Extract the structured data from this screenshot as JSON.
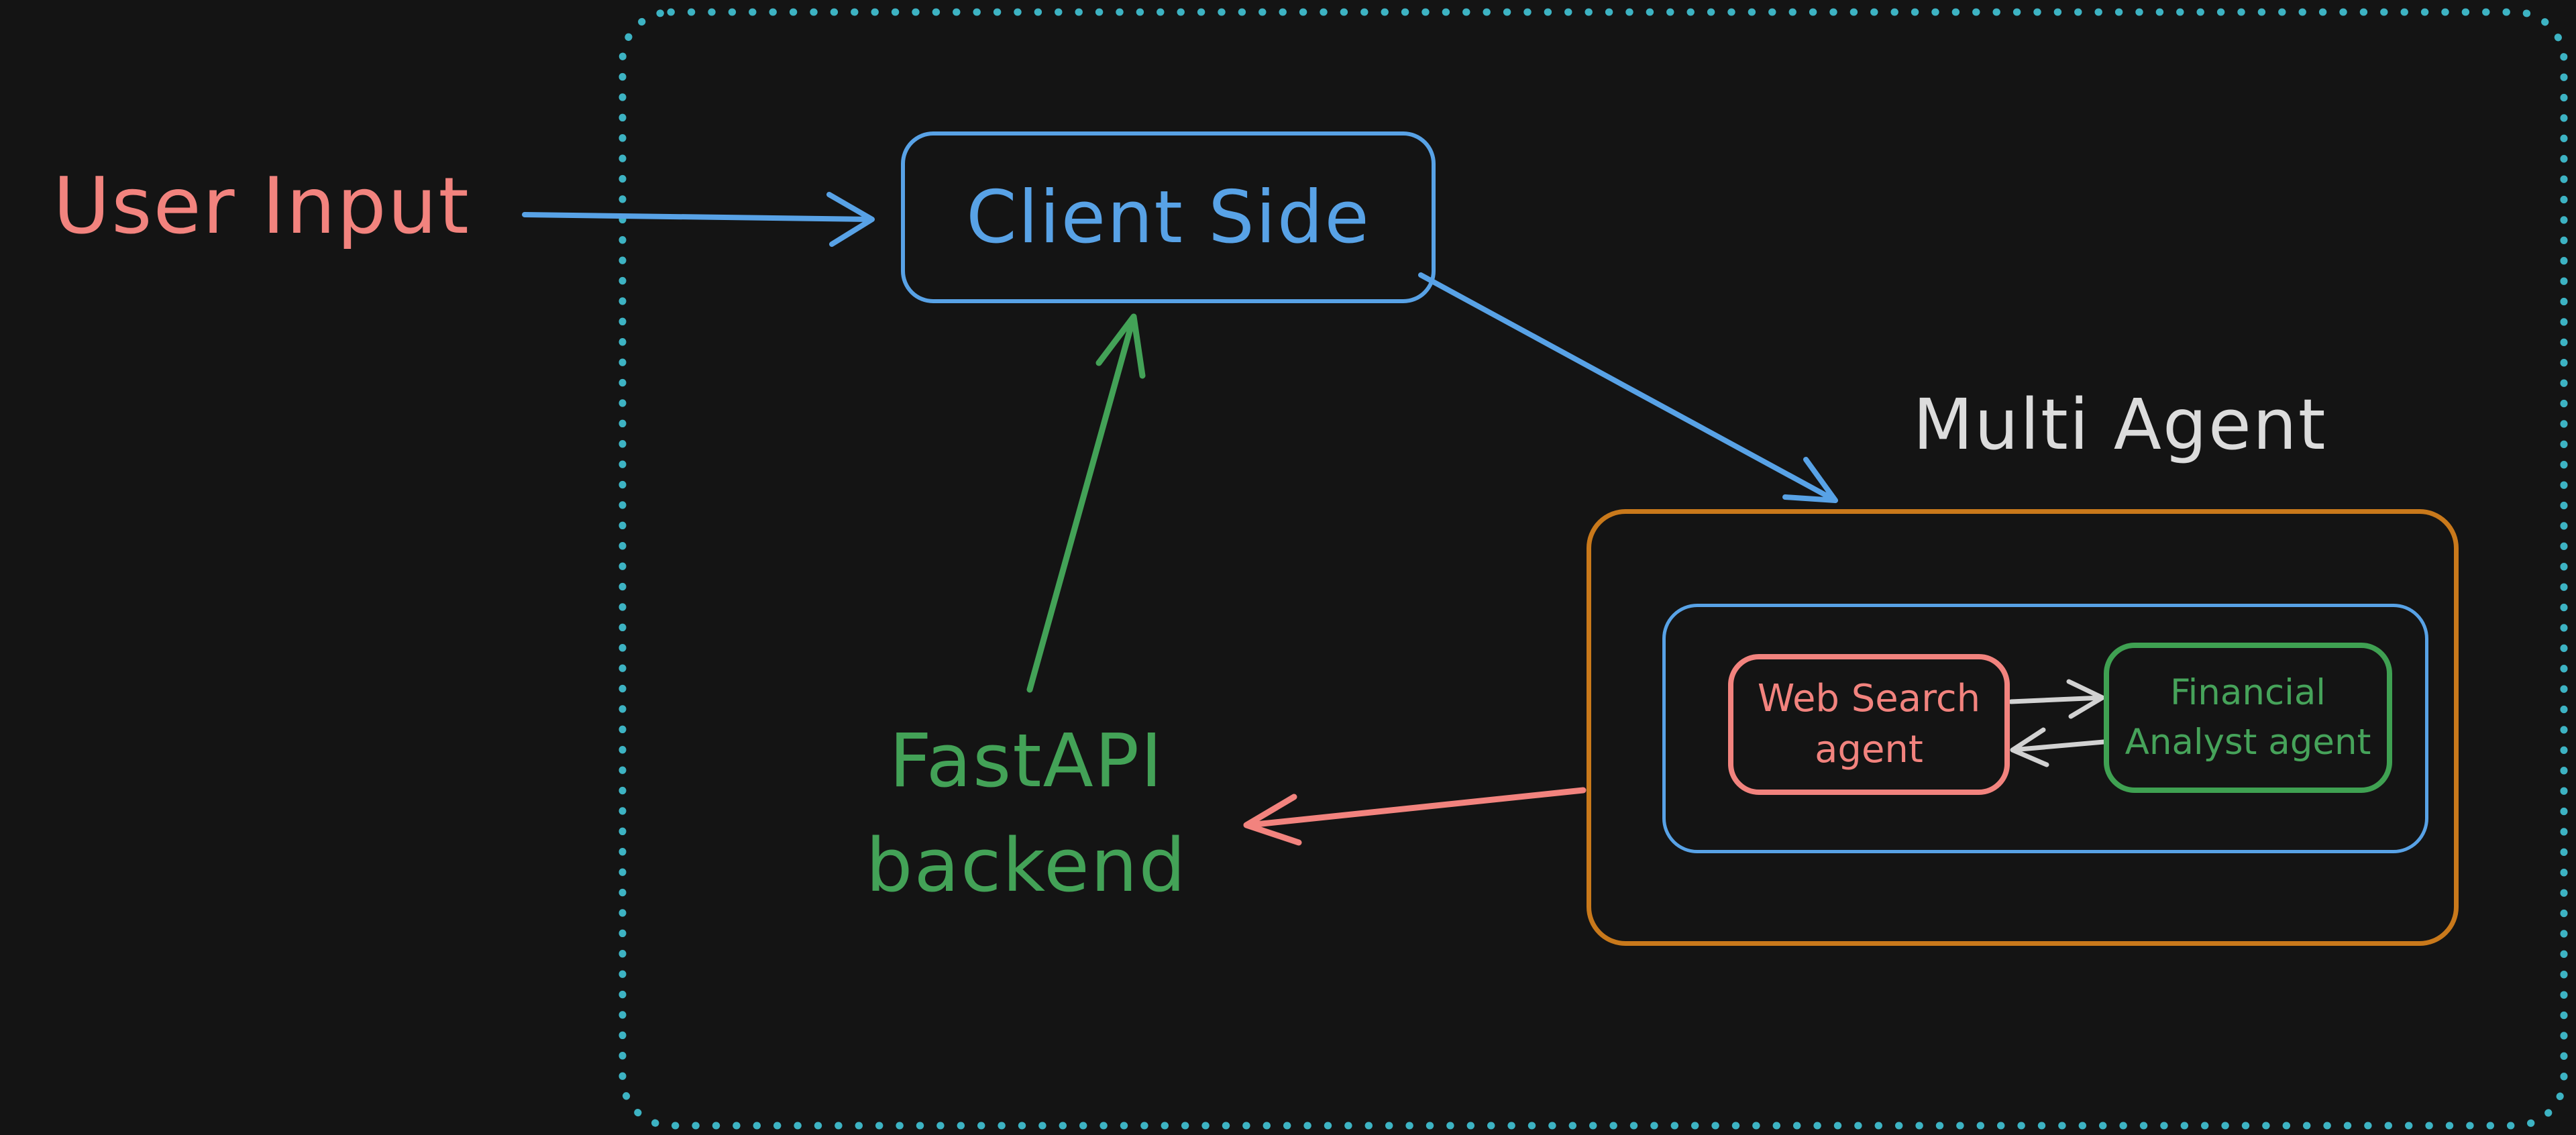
{
  "diagram": {
    "background": "#141414",
    "colors": {
      "salmon": "#f2837e",
      "blue": "#58a2e6",
      "green": "#43a257",
      "orange": "#c9791b",
      "teal": "#3db3c3",
      "white_text": "#dcdcdc",
      "arrow_white": "#d2d2d2"
    },
    "nodes": {
      "user_input": {
        "label": "User Input"
      },
      "client_side": {
        "label": "Client Side"
      },
      "multi_agent": {
        "label": "Multi Agent"
      },
      "fastapi_backend": {
        "line1": "FastAPI",
        "line2": "backend"
      },
      "web_search_agent": {
        "line1": "Web Search",
        "line2": "agent"
      },
      "financial_analyst_agent": {
        "line1": "Financial",
        "line2": "Analyst agent"
      }
    },
    "edges": [
      {
        "from": "user_input",
        "to": "client_side",
        "color": "blue"
      },
      {
        "from": "client_side",
        "to": "multi_agent",
        "color": "blue"
      },
      {
        "from": "multi_agent",
        "to": "fastapi_backend",
        "color": "salmon"
      },
      {
        "from": "fastapi_backend",
        "to": "client_side",
        "color": "green"
      },
      {
        "from": "web_search_agent",
        "to": "financial_analyst_agent",
        "color": "white"
      },
      {
        "from": "financial_analyst_agent",
        "to": "web_search_agent",
        "color": "white"
      }
    ]
  }
}
